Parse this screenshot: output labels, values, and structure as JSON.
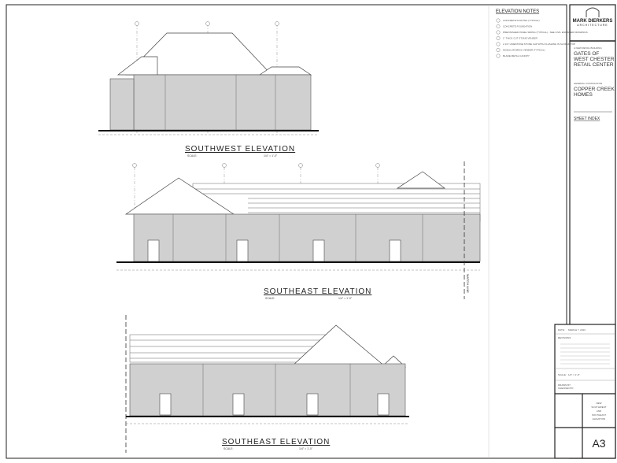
{
  "sheet": {
    "drawings": [
      {
        "title": "SOUTHWEST ELEVATION",
        "scale_label": "SCALE:",
        "scale": "1/4\" = 1'-0\""
      },
      {
        "title": "SOUTHEAST ELEVATION",
        "scale_label": "SCALE:",
        "scale": "1/4\" = 1'-0\""
      },
      {
        "title": "SOUTHEAST ELEVATION",
        "scale_label": "SCALE:",
        "scale": "1/4\" = 1'-0\""
      }
    ],
    "match_line": "MATCH LINE"
  },
  "notes": {
    "heading": "ELEVATION NOTES",
    "items": [
      "CONCRETE FOOTING (TYPICAL)",
      "CONCRETE FOUNDATION",
      "PREFINISHED PANEL SIDING (TYPICAL) - SEE CIVIL ENGINEER DRAWINGS",
      "1\" THICK CUT STONE VENEER",
      "2 1/4\" LIMESTONE STONE CAP WITH FLASHING IN SLOPED TOP",
      "MODULAR BRICK VENEER (TYPICAL)",
      "BLADE METAL CANOPY"
    ]
  },
  "title_block": {
    "firm_name": "MARK DIERKERS",
    "firm_sub": "ARCHITECTURE",
    "project_label": "A NEW RETAIL BUILDING",
    "project_name": [
      "GATES OF",
      "WEST CHESTER",
      "RETAIL CENTER"
    ],
    "contractor_label": "GENERAL CONTRACTOR",
    "contractor_name": [
      "COPPER CREEK",
      "HOMES"
    ],
    "sheet_index": "SHEET INDEX",
    "date_label": "DATE:",
    "date": "MARCH 7, 2013",
    "revisions_label": "REVISIONS",
    "scale_label": "SCALE:",
    "scale": "1/4\" = 1'-0\"",
    "drawn_by_label": "DRAWN BY:",
    "checked_by_label": "CHECKED BY:",
    "sheet_title": [
      "NEW",
      "SOUTHWEST",
      "AND",
      "SOUTHEAST",
      "ELEVATION"
    ],
    "sheet_number": "A3"
  }
}
